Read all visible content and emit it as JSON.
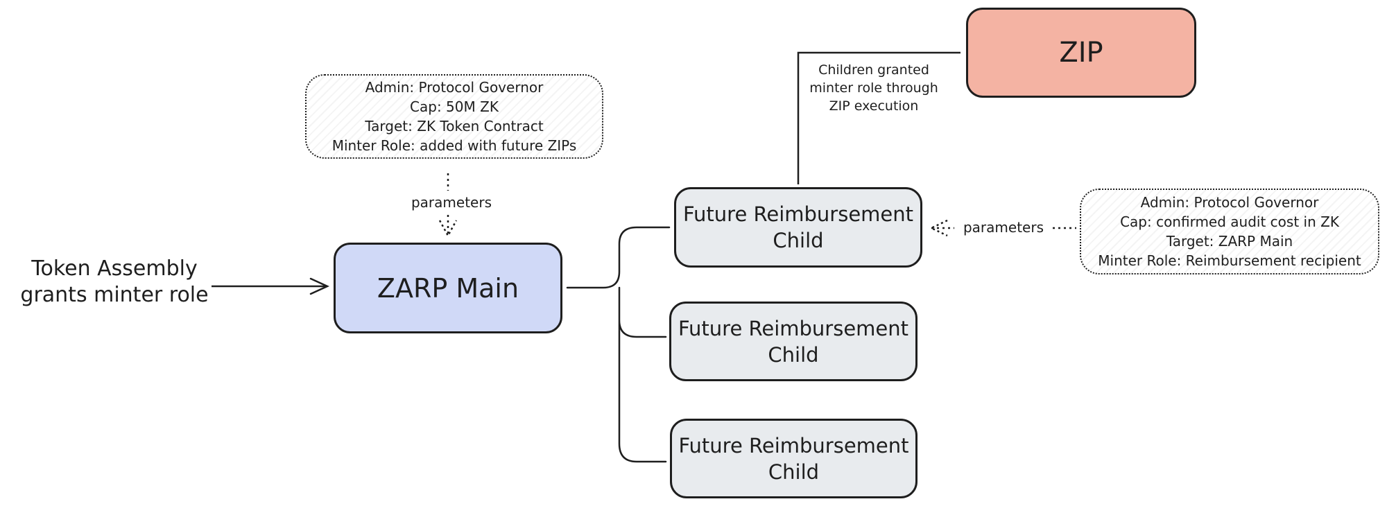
{
  "source_label": [
    "Token Assembly",
    "grants minter role"
  ],
  "main_node": {
    "label": "ZARP Main"
  },
  "main_params": {
    "lines": [
      "Admin: Protocol Governor",
      "Cap: 50M ZK",
      "Target: ZK Token Contract",
      "Minter Role: added with future ZIPs"
    ]
  },
  "main_params_edge_label": "parameters",
  "children": [
    {
      "lines": [
        "Future Reimbursement",
        "Child"
      ]
    },
    {
      "lines": [
        "Future Reimbursement",
        "Child"
      ]
    },
    {
      "lines": [
        "Future Reimbursement",
        "Child"
      ]
    }
  ],
  "child_params": {
    "lines": [
      "Admin: Protocol Governor",
      "Cap: confirmed audit cost in ZK",
      "Target: ZARP Main",
      "Minter Role: Reimbursement recipient"
    ]
  },
  "child_params_edge_label": "parameters",
  "zip_node": {
    "label": "ZIP"
  },
  "zip_edge_label": [
    "Children granted",
    "minter role through",
    "ZIP execution"
  ],
  "colors": {
    "main_fill": "#d0d9f7",
    "child_fill": "#e8ebee",
    "zip_fill": "#f4b3a3",
    "stroke": "#1e1e1e"
  }
}
